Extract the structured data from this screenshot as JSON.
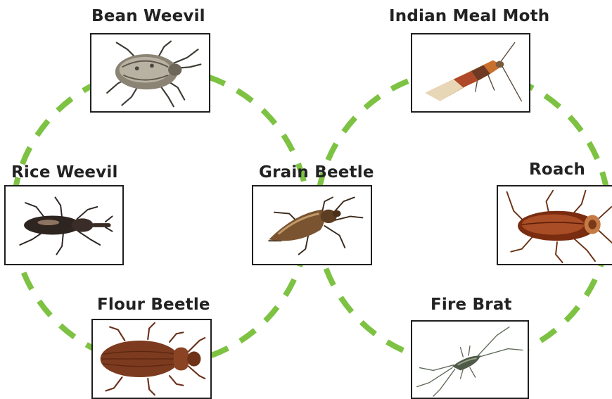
{
  "diagram": {
    "ring_color": "#7dc242",
    "insects": [
      {
        "id": "bean-weevil",
        "name": "Bean Weevil"
      },
      {
        "id": "indian-meal-moth",
        "name": "Indian Meal Moth"
      },
      {
        "id": "rice-weevil",
        "name": "Rice Weevil"
      },
      {
        "id": "grain-beetle",
        "name": "Grain Beetle"
      },
      {
        "id": "roach",
        "name": "Roach"
      },
      {
        "id": "flour-beetle",
        "name": "Flour Beetle"
      },
      {
        "id": "fire-brat",
        "name": "Fire Brat"
      }
    ]
  }
}
